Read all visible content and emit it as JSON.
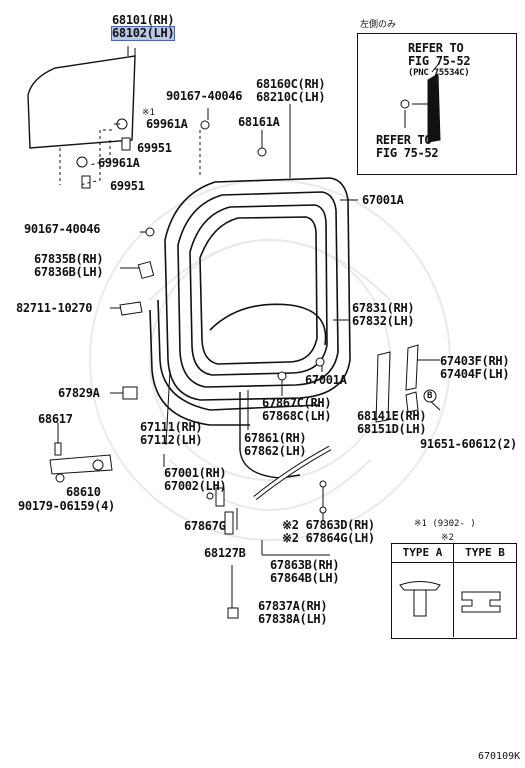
{
  "parts": {
    "glass": {
      "rh": "68101(RH)",
      "lh": "68102(LH)"
    },
    "bolt_top": "90167-40046",
    "clip_69961_top": "69961A",
    "ref_note_1": "※1",
    "stopper_69951_top": "69951",
    "clip_69961_bot": "69961A",
    "stopper_69951_bot": "69951",
    "bolt_mid": "90167-40046",
    "cover": {
      "rh": "67835B(RH)",
      "lh": "67836B(LH)"
    },
    "speaker": "82711-10270",
    "frame_upper": {
      "rh": "68160C(RH)",
      "lh": "68210C(LH)"
    },
    "clip_68161": "68161A",
    "clip_67001_top": "67001A",
    "trim": {
      "rh": "67831(RH)",
      "lh": "67832(LH)"
    },
    "clip_67001_bot": "67001A",
    "pad": "67829A",
    "switch": "68617",
    "hinge_frame": {
      "rh": "67111(RH)",
      "lh": "67112(LH)"
    },
    "door_panel": {
      "rh": "67001(RH)",
      "lh": "67002(LH)"
    },
    "hinge": "68610",
    "hinge_screw": "90179-06159(4)",
    "weatherstrip_c": {
      "rh": "67867C(RH)",
      "lh": "67868C(LH)"
    },
    "weatherstrip": {
      "rh": "67861(RH)",
      "lh": "67862(LH)"
    },
    "guard": {
      "rh": "67403F(RH)",
      "lh": "67404F(LH)"
    },
    "b_marker": "B",
    "spacer": {
      "rh": "68141E(RH)",
      "lh": "68151D(LH)"
    },
    "screw_b": "91651-60612(2)",
    "clip_67867g": "67867G",
    "bracket_68127b": "68127B",
    "seal_d": {
      "rh": "※2 67863D(RH)",
      "lh": "※2 67864G(LH)"
    },
    "seal_b": {
      "rh": "67863B(RH)",
      "lh": "67864B(LH)"
    },
    "hole_cover": {
      "rh": "67837A(RH)",
      "lh": "67838A(LH)"
    }
  },
  "inset": {
    "title": "左側のみ",
    "refer_top": {
      "l1": "REFER TO",
      "l2": "FIG 75-52",
      "l3": "(PNC 75534C)"
    },
    "refer_bot": {
      "l1": "REFER TO",
      "l2": "FIG 75-52"
    }
  },
  "notes": {
    "note1": "※1 (9302-    )",
    "note2": "※2"
  },
  "legend": {
    "type_a": "TYPE A",
    "type_b": "TYPE B"
  },
  "diagram_code": "670109K",
  "colors": {
    "highlight": "#b9c7e6",
    "ink": "#111111"
  }
}
